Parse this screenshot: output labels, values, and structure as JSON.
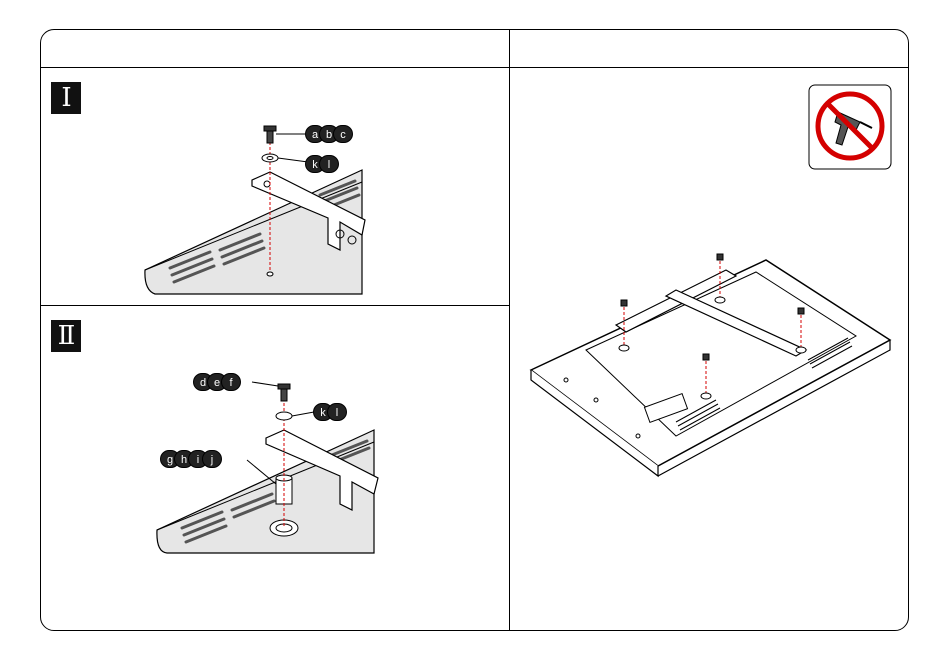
{
  "steps": {
    "one": {
      "numeral": "Ⅰ",
      "screw_tags": [
        "a",
        "b",
        "c"
      ],
      "washer_tags": [
        "k",
        "l"
      ]
    },
    "two": {
      "numeral": "Ⅱ",
      "screw_tags": [
        "d",
        "e",
        "f"
      ],
      "washer_tags": [
        "k",
        "l"
      ],
      "spacer_tags": [
        "g",
        "h",
        "i",
        "j"
      ]
    }
  },
  "colors": {
    "line": "#000000",
    "guide": "#d40000",
    "prohibit": "#d40000"
  },
  "icons": {
    "warning": "no-power-drill-icon"
  }
}
